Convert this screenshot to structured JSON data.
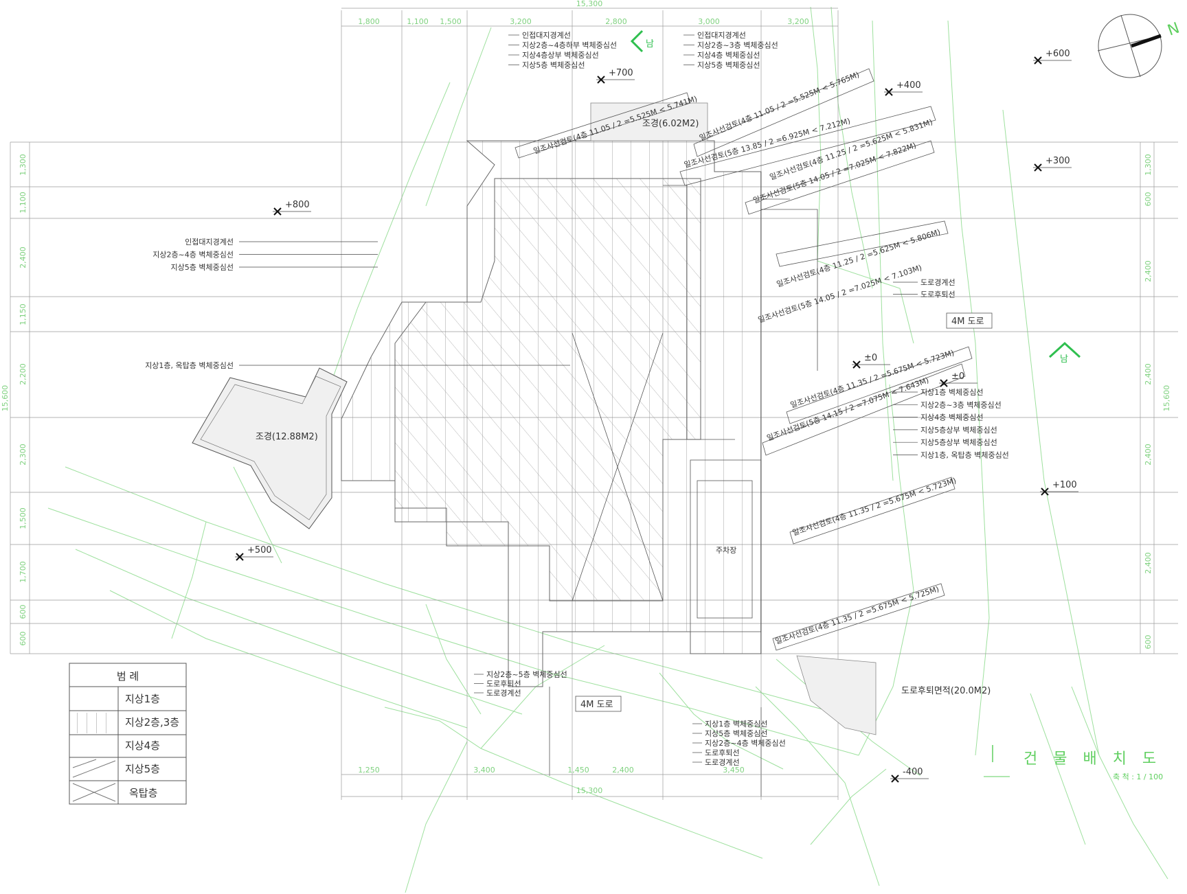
{
  "legend": {
    "title": "범 례",
    "items": [
      "지상1층",
      "지상2층,3층",
      "지상4층",
      "지상5층",
      "옥탑층"
    ]
  },
  "drawing_title": "건 물 배 치 도",
  "scale": "축 척 : 1 / 100",
  "north_marks": {
    "north": "N",
    "south": "남"
  },
  "levels": [
    "+800",
    "+700",
    "+600",
    "+400",
    "+300",
    "+500",
    "±0",
    "±0",
    "+100",
    "-400"
  ],
  "dims": {
    "top_total": "15,300",
    "top": [
      "1,800",
      "1,100",
      "1,500",
      "3,200",
      "2,800",
      "3,000",
      "3,200"
    ],
    "bottom": [
      "1,250",
      "3,400",
      "1,450",
      "2,400",
      "3,450"
    ],
    "bottom_total": "15,300",
    "left": [
      "1,300",
      "1,100",
      "2,400",
      "1,150",
      "2,200",
      "2,300",
      "1,500",
      "1,700",
      "600",
      "600"
    ],
    "left_total": "15,600",
    "right": [
      "1,300",
      "600",
      "2,400",
      "2,400",
      "2,400",
      "2,400",
      "600"
    ],
    "right_total": "15,600"
  },
  "leaders": {
    "top_left": [
      "인접대지경계선",
      "지상2층~4층하부 벽체중심선",
      "지상4층상부 벽체중심선",
      "지상5층 벽체중심선"
    ],
    "top_right": [
      "인접대지경계선",
      "지상2층~3층 벽체중심선",
      "지상4층 벽체중심선",
      "지상5층 벽체중심선"
    ],
    "left_mid": [
      "인접대지경계선",
      "지상2층~4층 벽체중심선",
      "지상5층 벽체중심선"
    ],
    "left_low": "지상1층, 옥탑층 벽체중심선",
    "right_road": [
      "도로경계선",
      "도로후퇴선"
    ],
    "right_mid": [
      "지상1층 벽체중심선",
      "지상2층~3층 벽체중심선",
      "지상4층 벽체중심선",
      "지상5층상부 벽체중심선",
      "지상5층상부 벽체중심선",
      "지상1층, 옥탑층 벽체중심선"
    ],
    "bottom_left": [
      "지상2층~5층 벽체중심선",
      "도로후퇴선",
      "도로경계선"
    ],
    "bottom_right": [
      "지상1층 벽체중심선",
      "지상5층 벽체중심선",
      "지상2층~4층 벽체중심선",
      "도로후퇴선",
      "도로경계선"
    ]
  },
  "sight_lines": [
    "일조사선검토(4층 11.05 / 2 =5.525M < 5.741M)",
    "일조사선검토(4층 11.05 / 2 =5.525M < 5.765M)",
    "일조사선검토(5층 13.85 / 2 =6.925M < 7.212M)",
    "일조사선검토(4층 11.25 / 2 =5.625M < 5.831M)",
    "일조사선검토(5층 14.05 / 2 =7.025M < 7.822M)",
    "일조사선검토(4층 11.25 / 2 =5.625M < 5.806M)",
    "일조사선검토(5층 14.05 / 2 =7.025M < 7.103M)",
    "일조사선검토(4층 11.35 / 2 =5.675M < 5.723M)",
    "일조사선검토(5층 14.15 / 2 =7.075M < 7.643M)",
    "일조사선검토(4층 11.35 / 2 =5.675M < 5.723M)",
    "일조사선검토(4층 11.35 / 2 =5.675M < 5.725M)"
  ],
  "areas": {
    "landscape_top": "조경(6.02M2)",
    "landscape_left": "조경(12.88M2)",
    "road_setback": "도로후퇴면적(20.0M2)",
    "parking": "주차장"
  },
  "roads": {
    "right": "4M 도로",
    "bottom": "4M 도로"
  }
}
